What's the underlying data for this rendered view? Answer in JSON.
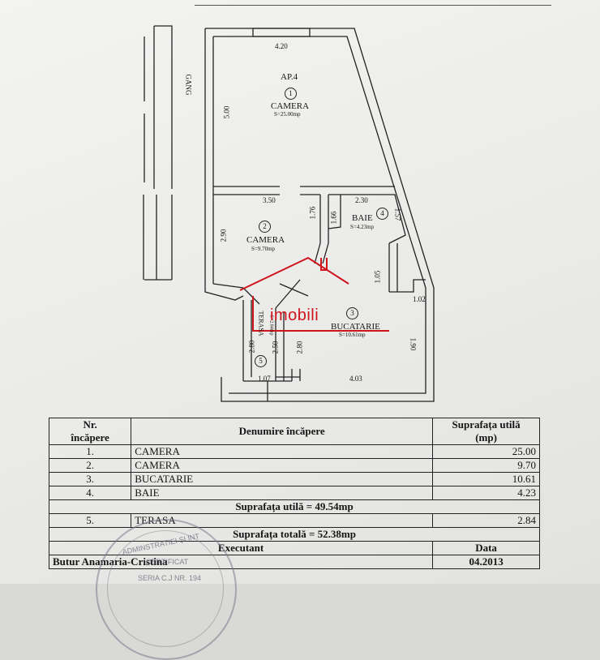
{
  "plan": {
    "street_label": "GANG",
    "apartment": "AP.4",
    "rooms": [
      {
        "no": "1",
        "name": "CAMERA",
        "area": "S=25.00mp"
      },
      {
        "no": "2",
        "name": "CAMERA",
        "area": "S=9.70mp"
      },
      {
        "no": "3",
        "name": "BUCATARIE",
        "area": "S=10.61mp"
      },
      {
        "no": "4",
        "name": "BAIE",
        "area": "S=4.23mp"
      },
      {
        "no": "5",
        "name": "TERASA",
        "area": "S=2.84mp"
      }
    ],
    "dims": {
      "d1": "4.20",
      "d2": "5.00",
      "d3": "3.50",
      "d4": "1.76",
      "d5": "2.90",
      "d6": "2.30",
      "d7": "1.66",
      "d8": "1.57",
      "d9": "1.05",
      "d10": "1.02",
      "d11": "1.90",
      "d12": "2.80",
      "d13": "2.50",
      "d14": "2.80",
      "d15": "1.07",
      "d16": "4.03"
    },
    "logo_text": "imobili",
    "logo_color": "#d0141c"
  },
  "table": {
    "headers": {
      "nr": "Nr.\nîncăpere",
      "name": "Denumire încăpere",
      "area": "Suprafața utilă\n(mp)"
    },
    "rows": [
      {
        "nr": "1.",
        "name": "CAMERA",
        "area": "25.00"
      },
      {
        "nr": "2.",
        "name": "CAMERA",
        "area": "9.70"
      },
      {
        "nr": "3.",
        "name": "BUCATARIE",
        "area": "10.61"
      },
      {
        "nr": "4.",
        "name": "BAIE",
        "area": "4.23"
      }
    ],
    "useful_total": "Suprafața utilă = 49.54mp",
    "terrace": {
      "nr": "5.",
      "name": "TERASA",
      "area": "2.84"
    },
    "grand_total": "Suprafața totală = 52.38mp",
    "executant_label": "Executant",
    "date_label": "Data",
    "executant_name": "Butur Anamaria-Cristina",
    "date": "04.2013"
  },
  "stamp": {
    "text1": "ADMINSTRATIEI ȘI INT",
    "text2": "CERTIFICAT",
    "text3": "SERIA C.J NR. 194"
  }
}
